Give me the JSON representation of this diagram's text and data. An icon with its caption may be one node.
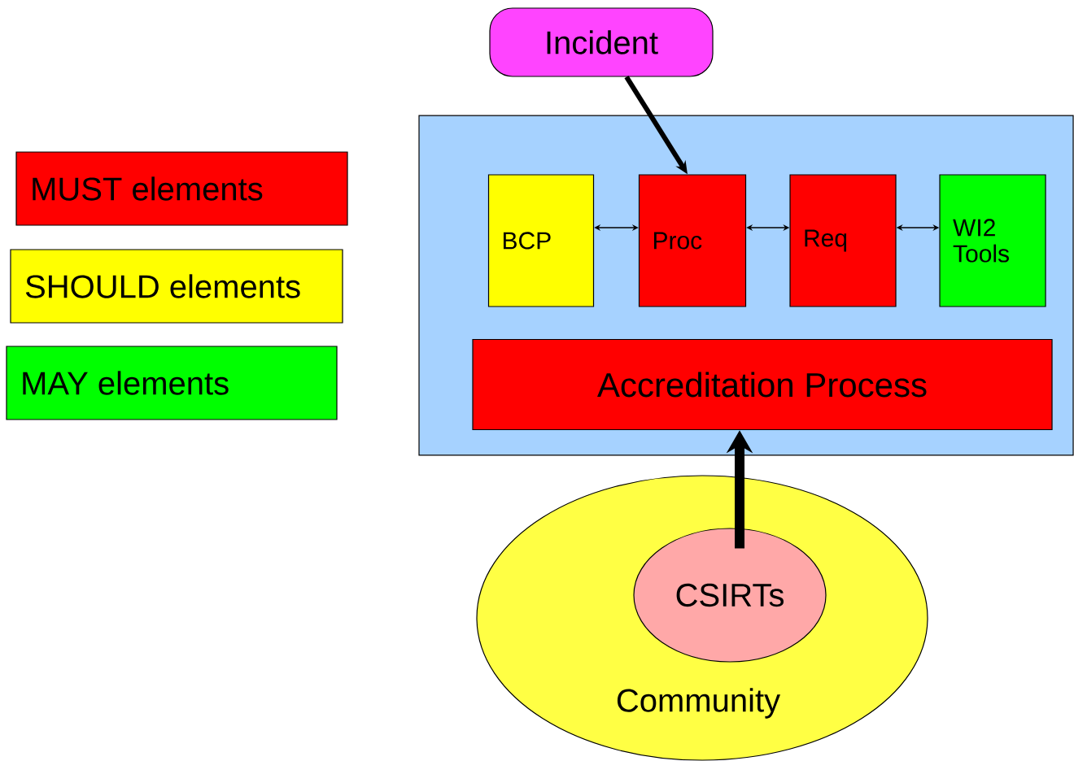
{
  "diagram": {
    "nodes": [
      {
        "text": [
          "Incident"
        ]
      },
      {
        "text": [],
        "shape": "box"
      },
      {
        "text": [
          "BCP"
        ],
        "in": 1
      },
      {
        "text": [
          "Proc"
        ],
        "in": 1
      },
      {
        "text": [
          "Req"
        ],
        "in": 1
      },
      {
        "text": [
          "WI2 Tools"
        ],
        "in": 1
      },
      {
        "text": [
          "Accreditation Process"
        ],
        "in": 1
      },
      {
        "text": [
          "Community"
        ]
      },
      {
        "text": [
          "CSIRTs"
        ],
        "in": 7
      }
    ],
    "edges": [
      {
        "from": 0,
        "to": 3,
        "arrow": "to",
        "style": "thick"
      },
      {
        "from": 2,
        "to": 3,
        "arrow": "both"
      },
      {
        "from": 3,
        "to": 4,
        "arrow": "both"
      },
      {
        "from": 4,
        "to": 5,
        "arrow": "both"
      },
      {
        "from": 8,
        "to": 6,
        "arrow": "to",
        "style": "thick"
      }
    ],
    "legend": [
      {
        "text": "MUST elements",
        "color": "#ff0000"
      },
      {
        "text": "SHOULD elements",
        "color": "#ffff00"
      },
      {
        "text": "MAY elements",
        "color": "#00ff00"
      }
    ]
  }
}
